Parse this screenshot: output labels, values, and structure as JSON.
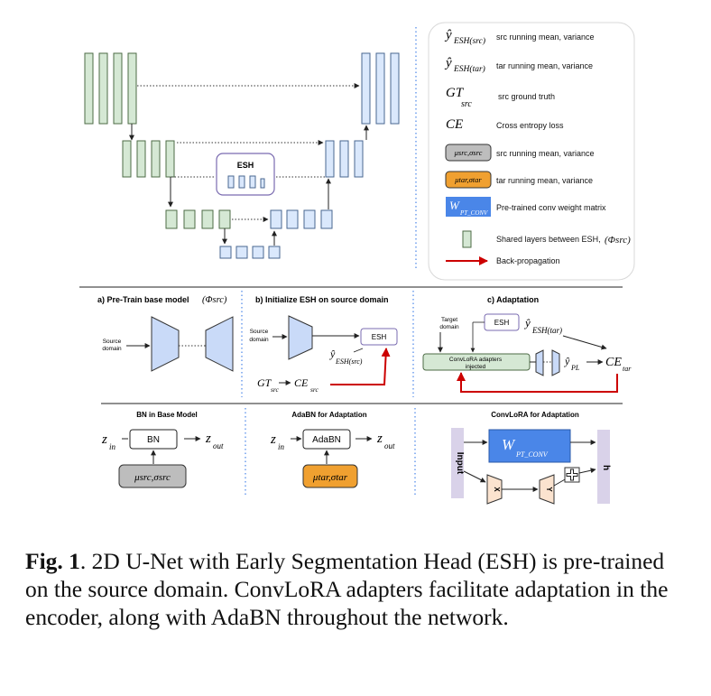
{
  "colors": {
    "green": "#d5e8d4",
    "green_stroke": "#4d6b46",
    "blue": "#dae8fc",
    "blue_stroke": "#4a6790",
    "gray_box": "#bdbdbd",
    "orange": "#f0a030",
    "weight_blue": "#4a86e8",
    "red": "#cc0000",
    "lavender": "#d9d2e9",
    "trapezoid_blue": "#c9daf8",
    "peach": "#fbe3cf"
  },
  "legend": {
    "y_src": {
      "sym": "ŷ",
      "sub": "ESH(src)",
      "text": "src running mean, variance"
    },
    "y_tar": {
      "sym": "ŷ",
      "sub": "ESH(tar)",
      "text": "tar running mean, variance"
    },
    "gt": {
      "sym": "GT",
      "sub": "src",
      "text": "src ground truth"
    },
    "ce": {
      "sym": "CE",
      "text": "Cross entropy loss"
    },
    "mu_src": {
      "box": "μsrc,σsrc",
      "text": "src running mean, variance"
    },
    "mu_tar": {
      "box": "μtar,σtar",
      "text": "tar running mean, variance"
    },
    "w": {
      "sym": "W",
      "sub": "PT_CONV",
      "text": "Pre-trained conv weight matrix"
    },
    "shared": {
      "text": "Shared layers between ESH,",
      "sym": "(Φsrc)"
    },
    "bp": {
      "text": "Back-propagation"
    }
  },
  "unet": {
    "esh_label": "ESH"
  },
  "panel_a": {
    "title": "a) Pre-Train base model",
    "title_sym": "(Φsrc)",
    "source_line1": "Source",
    "source_line2": "domain"
  },
  "panel_b": {
    "title": "b) Initialize ESH on source domain",
    "source_line1": "Source",
    "source_line2": "domain",
    "esh": "ESH",
    "y_sym": "ŷ",
    "y_sub": "ESH(src)",
    "gt": "GT",
    "gt_sub": "src",
    "ce": "CE",
    "ce_sub": "src"
  },
  "panel_c": {
    "title": "c) Adaptation",
    "target_line1": "Target",
    "target_line2": "domain",
    "esh": "ESH",
    "y_sym": "ŷ",
    "y_sub": "ESH(tar)",
    "adapter_line1": "ConvLoRA adapters",
    "adapter_line2": "injected",
    "ypl_sym": "ŷ",
    "ypl_sub": "PL",
    "ce": "CE",
    "ce_sub": "tar"
  },
  "bn_base": {
    "title": "BN in Base Model",
    "z_in": "z",
    "z_in_sub": "in",
    "box": "BN",
    "z_out": "z",
    "z_out_sub": "out",
    "stat": "μsrc,σsrc"
  },
  "adabn": {
    "title": "AdaBN for Adaptation",
    "z_in": "z",
    "z_in_sub": "in",
    "box": "AdaBN",
    "z_out": "z",
    "z_out_sub": "out",
    "stat": "μtar,σtar"
  },
  "convlora": {
    "title": "ConvLoRA for Adaptation",
    "input": "Input",
    "w": "W",
    "w_sub": "PT_CONV",
    "x": "X",
    "y": "Y",
    "h": "h"
  },
  "caption": {
    "label": "Fig. 1",
    "text": ". 2D U-Net with Early Segmentation Head (ESH) is pre-trained on the source domain. ConvLoRA adapters facilitate adaptation in the encoder, along with AdaBN throughout the network."
  }
}
